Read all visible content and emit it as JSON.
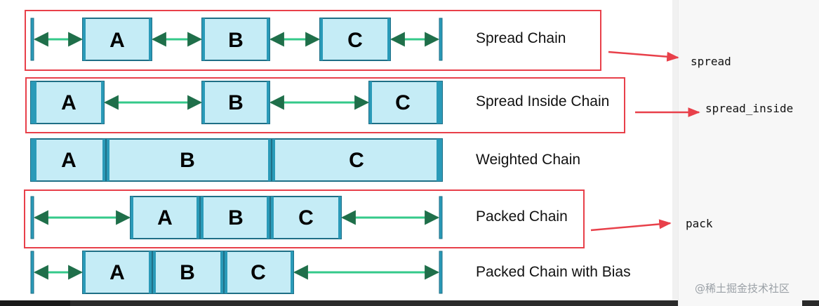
{
  "rows": [
    {
      "label": "Spread Chain",
      "boxes": [
        "A",
        "B",
        "C"
      ]
    },
    {
      "label": "Spread Inside Chain",
      "boxes": [
        "A",
        "B",
        "C"
      ]
    },
    {
      "label": "Weighted Chain",
      "boxes": [
        "A",
        "B",
        "C"
      ]
    },
    {
      "label": "Packed Chain",
      "boxes": [
        "A",
        "B",
        "C"
      ]
    },
    {
      "label": "Packed Chain with Bias",
      "boxes": [
        "A",
        "B",
        "C"
      ]
    }
  ],
  "annotations": {
    "spread": "spread",
    "spread_inside": "spread_inside",
    "pack": "pack"
  },
  "watermark": "@稀土掘金技术社区",
  "colors": {
    "box_fill": "#c5ecf6",
    "box_border": "#1f6f86",
    "edge_bar": "#2a9ab8",
    "arrow": "#34c98a",
    "highlight": "#e8404a",
    "right_panel": "#f7f7f7",
    "bottom_bar": "#2b2b2b"
  }
}
